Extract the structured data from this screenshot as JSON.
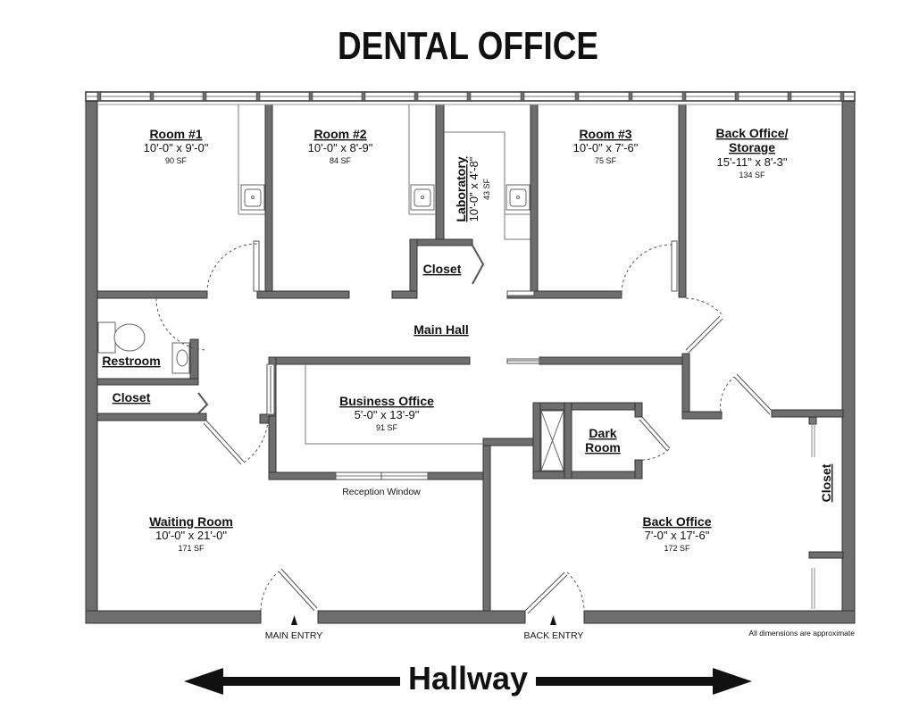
{
  "title": "DENTAL OFFICE",
  "footer": {
    "hallway_label": "Hallway",
    "main_entry_label": "MAIN ENTRY",
    "back_entry_label": "BACK ENTRY",
    "disclaimer": "All dimensions are approximate",
    "reception_window_label": "Reception Window"
  },
  "rooms": {
    "room1": {
      "name": "Room #1",
      "dims": "10'-0\" x 9'-0\"",
      "sf": "90 SF"
    },
    "room2": {
      "name": "Room #2",
      "dims": "10'-0\" x 8'-9\"",
      "sf": "84 SF"
    },
    "laboratory": {
      "name": "Laboratory",
      "dims": "10'-0\" x 4'-8\"",
      "sf": "43 SF"
    },
    "room3": {
      "name": "Room #3",
      "dims": "10'-0\" x 7'-6\"",
      "sf": "75 SF"
    },
    "back_office_storage": {
      "name_line1": "Back Office/",
      "name_line2": "Storage",
      "dims": "15'-11\" x 8'-3\"",
      "sf": "134 SF"
    },
    "closet_center": {
      "name": "Closet"
    },
    "main_hall": {
      "name": "Main Hall"
    },
    "restroom": {
      "name": "Restroom"
    },
    "closet_left": {
      "name": "Closet"
    },
    "business_office": {
      "name": "Business Office",
      "dims": "5'-0\" x 13'-9\"",
      "sf": "91 SF"
    },
    "dark_room": {
      "name_line1": "Dark",
      "name_line2": "Room"
    },
    "waiting_room": {
      "name": "Waiting Room",
      "dims": "10'-0\" x 21'-0\"",
      "sf": "171 SF"
    },
    "back_office": {
      "name": "Back Office",
      "dims": "7'-0\" x 17'-6\"",
      "sf": "172 SF"
    },
    "closet_right": {
      "name": "Closet"
    }
  },
  "colors": {
    "wall": "#6e6e6e",
    "wall_outline": "#333333",
    "line": "#555555",
    "text": "#111111"
  }
}
